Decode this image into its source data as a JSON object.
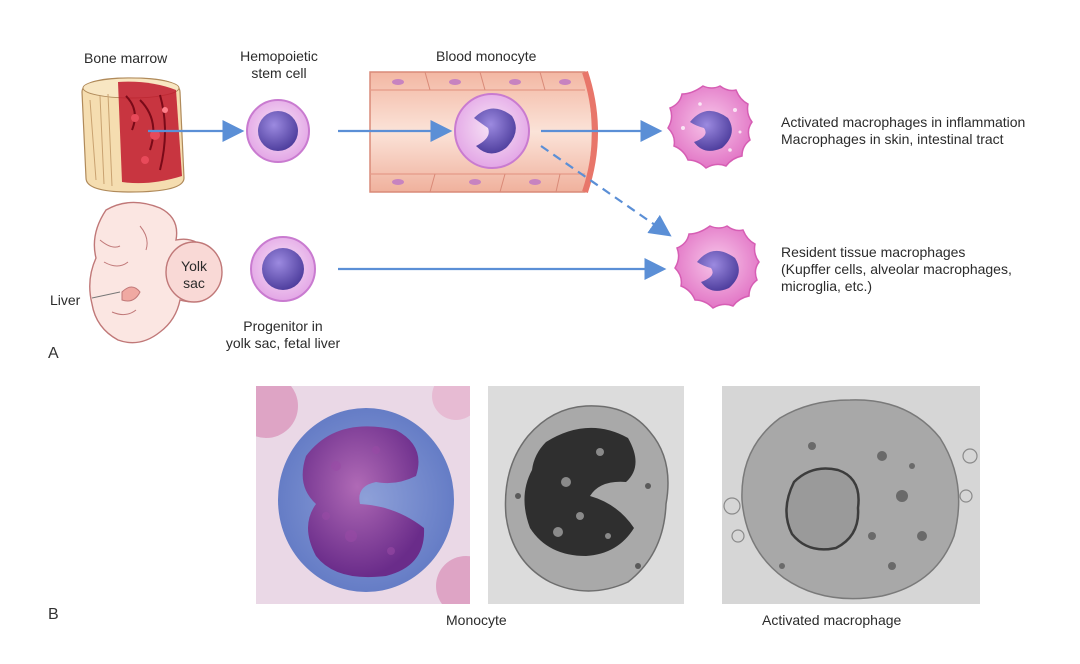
{
  "labels": {
    "bone_marrow": "Bone marrow",
    "hemopoietic_line1": "Hemopoietic",
    "hemopoietic_line2": "stem cell",
    "blood_monocyte": "Blood monocyte",
    "activated_line1": "Activated macrophages in inflammation",
    "activated_line2": "Macrophages in skin, intestinal tract",
    "resident_line1": "Resident tissue macrophages",
    "resident_line2": "(Kupffer cells, alveolar macrophages,",
    "resident_line3": "microglia, etc.)",
    "yolk": "Yolk",
    "sac": "sac",
    "liver": "Liver",
    "progenitor_line1": "Progenitor in",
    "progenitor_line2": "yolk sac, fetal liver",
    "panel_a": "A",
    "panel_b": "B",
    "monocyte_caption": "Monocyte",
    "activated_macrophage_caption": "Activated macrophage"
  },
  "colors": {
    "arrow": "#5b8fd6",
    "cell_membrane": "#e6a8e8",
    "cell_cytoplasm": "#f4d6f2",
    "nucleus": "#6f57b8",
    "vessel_wall": "#f2b9a9",
    "vessel_lumen": "#f8d9cc",
    "macrophage_body": "#f29fd6"
  },
  "icons": [
    "bone-marrow-icon",
    "embryo-icon",
    "stem-cell-icon",
    "monocyte-icon",
    "macrophage-icon"
  ]
}
